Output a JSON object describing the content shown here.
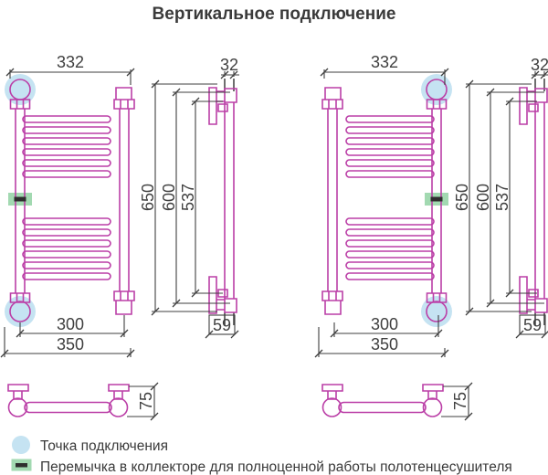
{
  "title": "Вертикальное подключение",
  "dimensions": {
    "width_top": "332",
    "riser_offset": "32",
    "height_overall": "650",
    "height_between_connections": "600",
    "height_between_brackets": "537",
    "width_between_connections": "300",
    "width_overall": "350",
    "wall_to_riser": "59",
    "bracket_depth": "75"
  },
  "legend": {
    "connection_point": "Точка подключения",
    "jumper": "Перемычка в коллекторе для полноценной работы полотенцесушителя"
  },
  "colors": {
    "line": "#bb3fa7",
    "dim": "#3f3f3f",
    "stub": "#4a4a4a",
    "halo": "#c5e3f2",
    "jumper": "#a2d9b1",
    "jumper-dash": "#2e2e2e",
    "text": "#3a3a3a"
  }
}
